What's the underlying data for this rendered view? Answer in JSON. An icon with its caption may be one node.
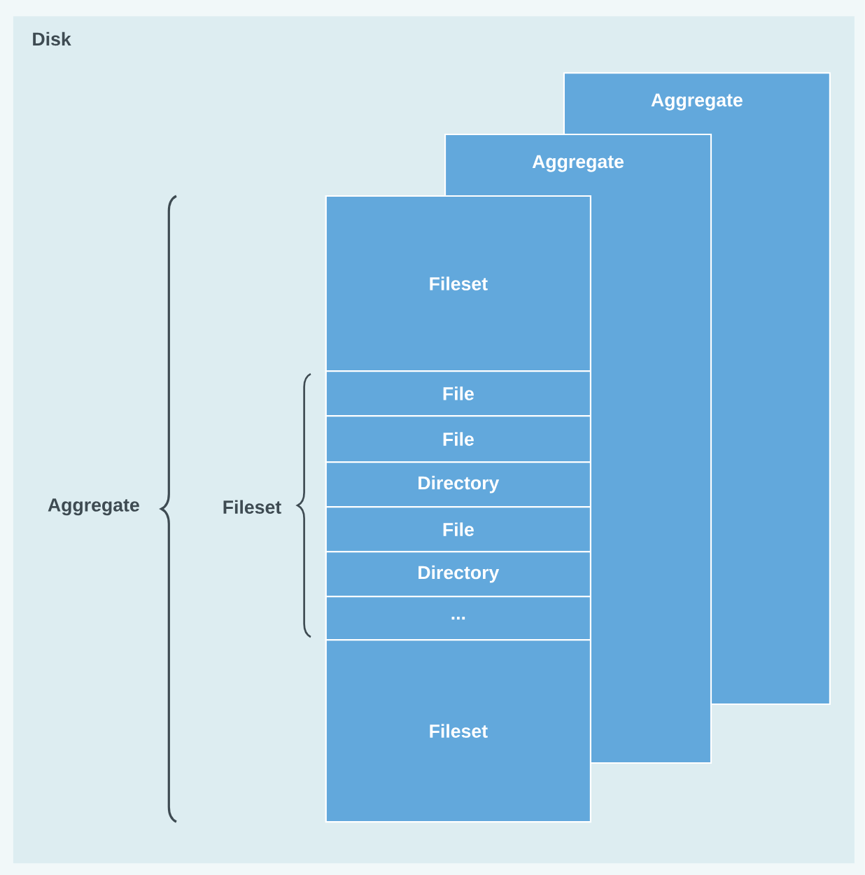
{
  "diagram": {
    "nodes": [
      {
        "text": [
          "Disk"
        ]
      },
      {
        "text": [
          "Aggregate"
        ],
        "in": 0
      },
      {
        "text": [
          "Aggregate"
        ],
        "in": 0
      },
      {
        "text": [],
        "shape": "box",
        "in": 0
      },
      {
        "text": [
          "Fileset"
        ],
        "in": 3
      },
      {
        "text": [
          "File"
        ],
        "in": 3
      },
      {
        "text": [
          "File"
        ],
        "in": 3
      },
      {
        "text": [
          "Directory"
        ],
        "in": 3
      },
      {
        "text": [
          "File"
        ],
        "in": 3
      },
      {
        "text": [
          "Directory"
        ],
        "in": 3
      },
      {
        "text": [
          "..."
        ],
        "in": 3
      },
      {
        "text": [
          "Fileset"
        ],
        "in": 3
      }
    ],
    "labels": [
      "Aggregate",
      "Fileset"
    ]
  }
}
